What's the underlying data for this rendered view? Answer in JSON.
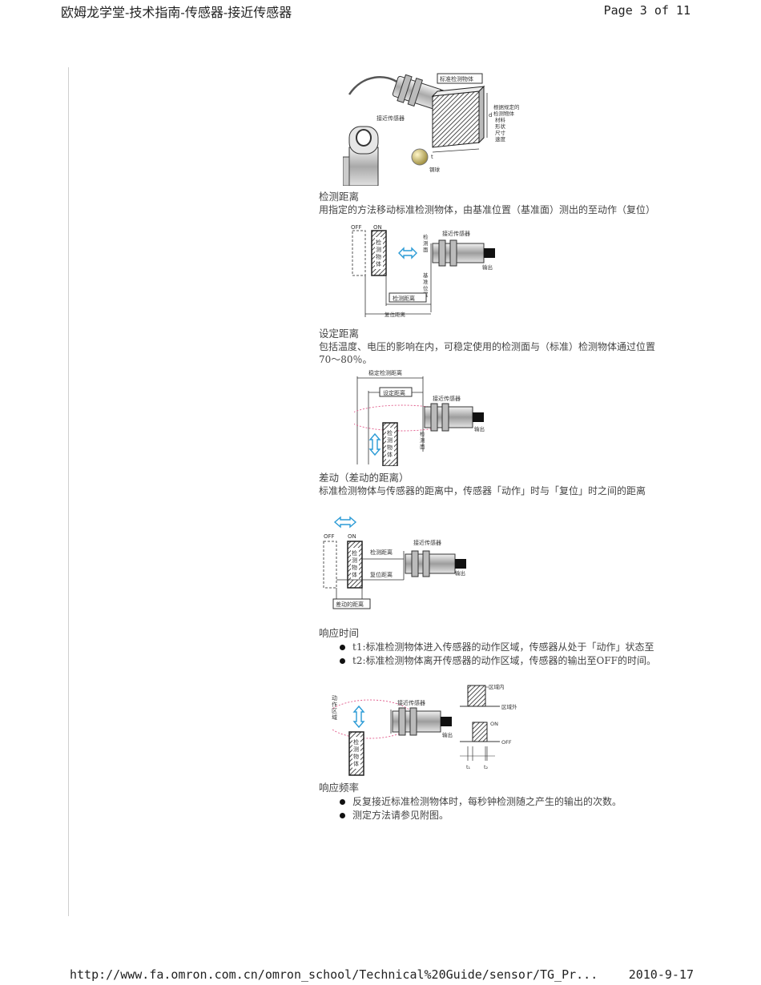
{
  "header": {
    "title": "欧姆龙学堂-技术指南-传感器-接近传感器",
    "page": "Page 3 of 11"
  },
  "footer": {
    "url": "http://www.fa.omron.com.cn/omron_school/Technical%20Guide/sensor/TG_Pr...",
    "date": "2010-9-17"
  },
  "fig1": {
    "std_box": "标准检测物体",
    "sensor": "接近传感器",
    "notes": [
      "根据规定的",
      "检测物体",
      "材料",
      "形状",
      "尺寸",
      "速度"
    ],
    "d_mark": "d",
    "t_mark": "t",
    "ball": "钢球"
  },
  "sec_distance": {
    "title": "检测距离",
    "lines": [
      "用指定的方法移动标准检测物体，由基准位置（基准面）测出的至动作（复位）"
    ]
  },
  "fig2": {
    "off": "OFF",
    "on": "ON",
    "target": [
      "检",
      "测",
      "物",
      "体"
    ],
    "face": [
      "检",
      "测",
      "面"
    ],
    "sensor": "接近传感器",
    "output": "输出",
    "ref": [
      "基",
      "准",
      "位",
      "置"
    ],
    "detect_dist": "检测距离",
    "reset_dist": "复位距离"
  },
  "sec_setting": {
    "title": "设定距离",
    "lines": [
      "包括温度、电压的影响在内，可稳定使用的检测面与（标准）检测物体通过位置",
      "70～80％。"
    ]
  },
  "fig3": {
    "stable": "稳定检测距离",
    "setting": "设定距离",
    "sensor": "接近传感器",
    "output": "输出",
    "face": [
      "检",
      "测",
      "面"
    ],
    "target": [
      "检",
      "测",
      "物",
      "体"
    ]
  },
  "sec_diff": {
    "title": "差动（差动的距离）",
    "lines": [
      "标准检测物体与传感器的距离中，传感器「动作」时与「复位」时之间的距离"
    ]
  },
  "fig4": {
    "off": "OFF",
    "on": "ON",
    "target": [
      "检",
      "测",
      "物",
      "体"
    ],
    "sensor": "接近传感器",
    "output": "输出",
    "detect_dist": "检测距离",
    "reset_dist": "复位距离",
    "diff_dist": "差动的距离"
  },
  "sec_response": {
    "title": "响应时间",
    "bullets": [
      "t1:标准检测物体进入传感器的动作区域，传感器从处于「动作」状态至",
      "t2:标准检测物体离开传感器的动作区域，传感器的输出至OFF的时间。"
    ]
  },
  "fig5": {
    "zone": [
      "动",
      "作",
      "区",
      "域"
    ],
    "sensor": "接近传感器",
    "output": "输出",
    "target": [
      "检",
      "测",
      "物",
      "体"
    ],
    "in_zone": "区域内",
    "out_zone": "区域外",
    "on": "ON",
    "off": "OFF",
    "t1": "t₁",
    "t2": "t₂"
  },
  "sec_freq": {
    "title": "响应频率",
    "bullets": [
      "反复接近标准检测物体时，每秒钟检测随之产生的输出的次数。",
      "测定方法请参见附图。"
    ]
  }
}
